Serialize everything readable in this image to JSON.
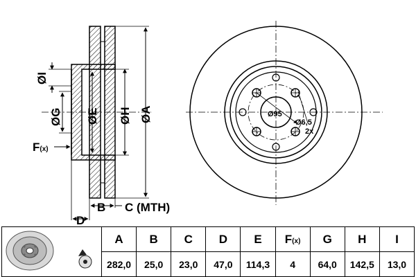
{
  "drawing": {
    "side_labels": {
      "A": "ØA",
      "E": "ØE",
      "H": "ØH",
      "G": "ØG",
      "I": "ØI",
      "F": "F",
      "F_sub": "(x)",
      "B": "B",
      "C": "C (MTH)",
      "D": "D"
    },
    "front_labels": {
      "pcd": "Ø95",
      "hole": "Ø6,5",
      "hole_count": "2x"
    }
  },
  "table": {
    "headers": [
      "A",
      "B",
      "C",
      "D",
      "E",
      "F",
      "G",
      "H",
      "I"
    ],
    "f_sub": "(x)",
    "values": [
      "282,0",
      "25,0",
      "23,0",
      "47,0",
      "114,3",
      "4",
      "64,0",
      "142,5",
      "13,0"
    ]
  }
}
